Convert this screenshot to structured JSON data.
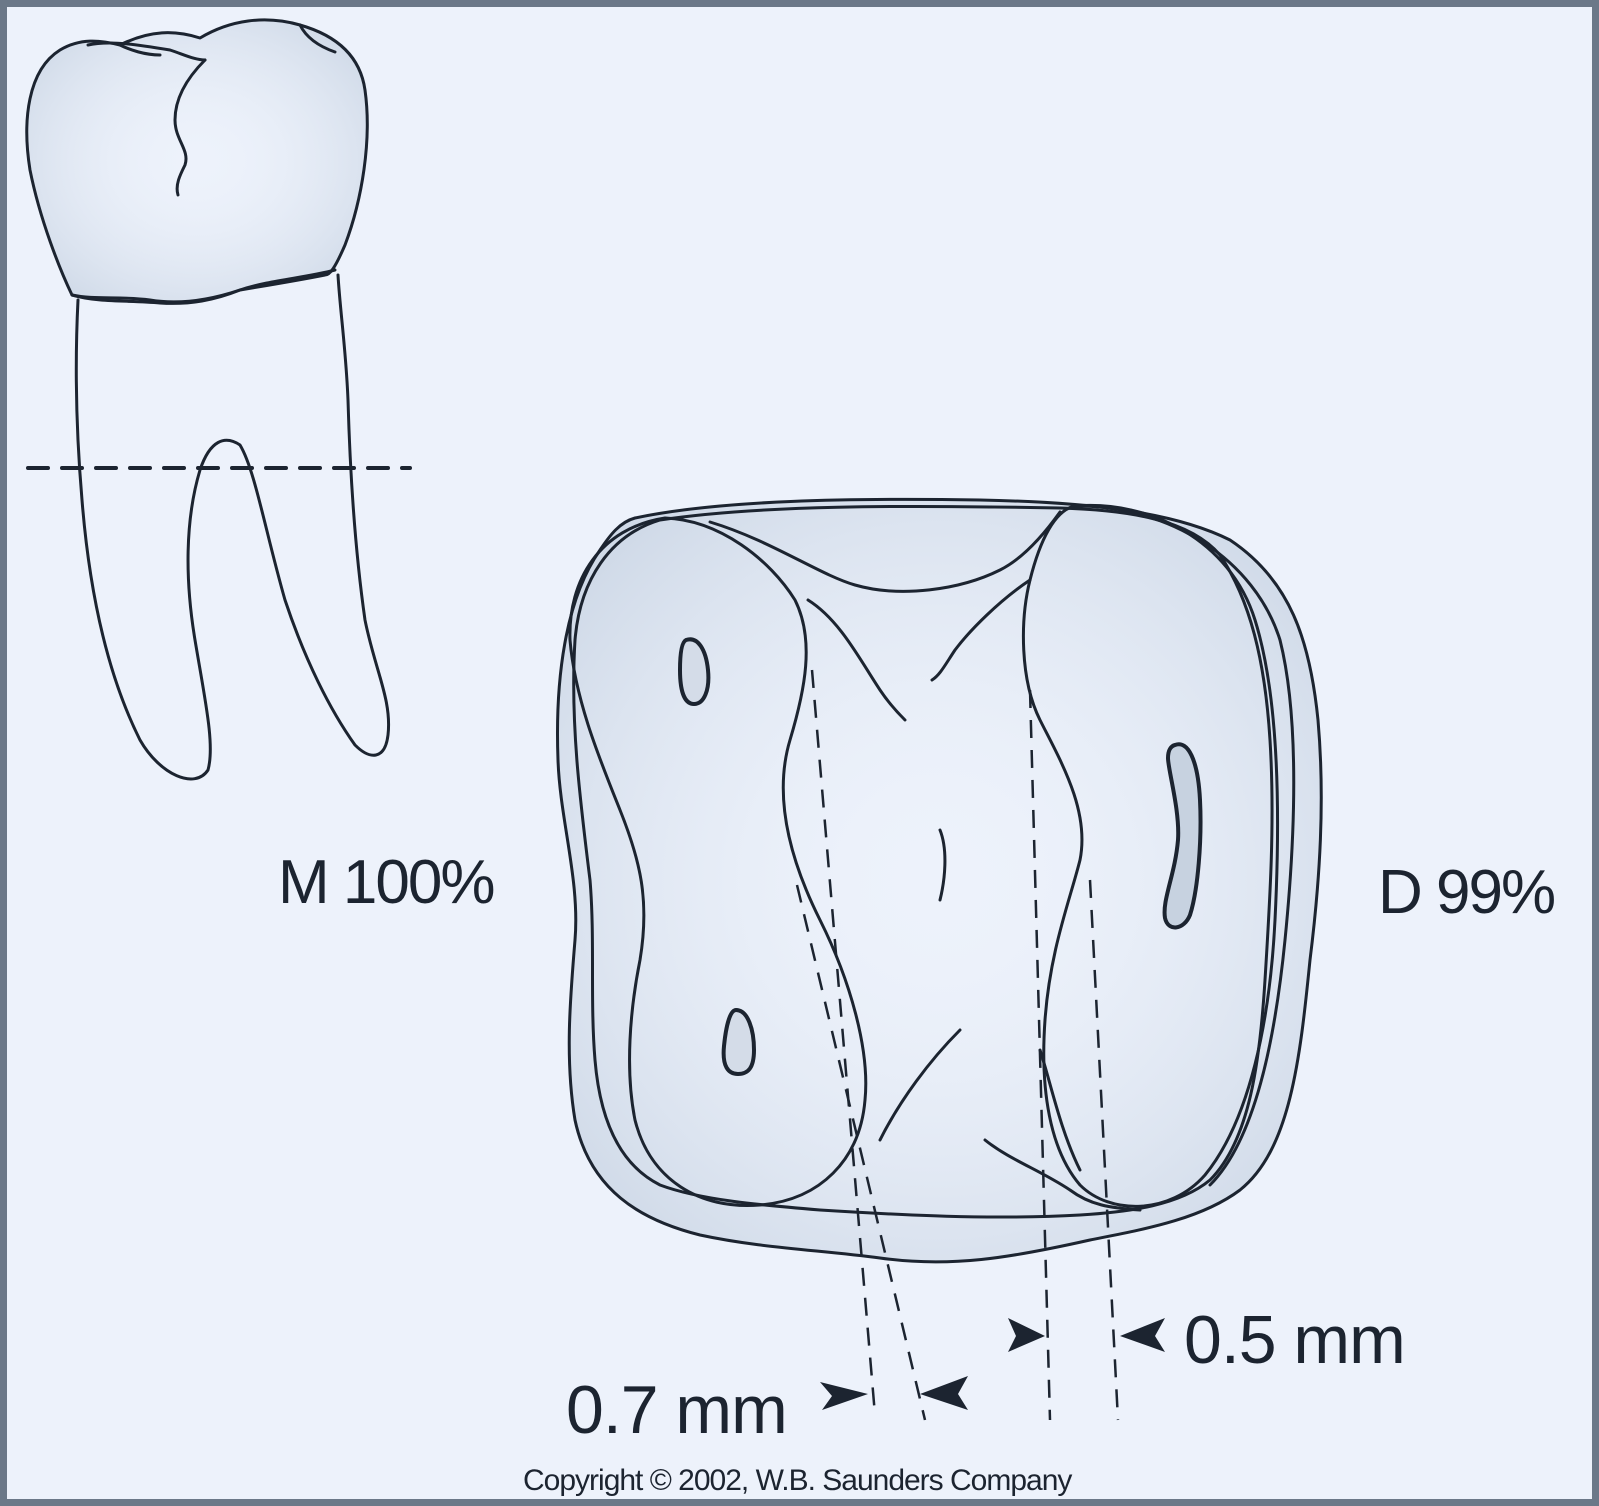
{
  "labels": {
    "mesial": "M 100%",
    "distal": "D 99%",
    "measurement_left": "0.7 mm",
    "measurement_right": "0.5 mm",
    "copyright": "Copyright © 2002, W.B. Saunders Company"
  },
  "colors": {
    "background": "#edf2fb",
    "frame": "#6b7888",
    "ink": "#1c2430"
  }
}
